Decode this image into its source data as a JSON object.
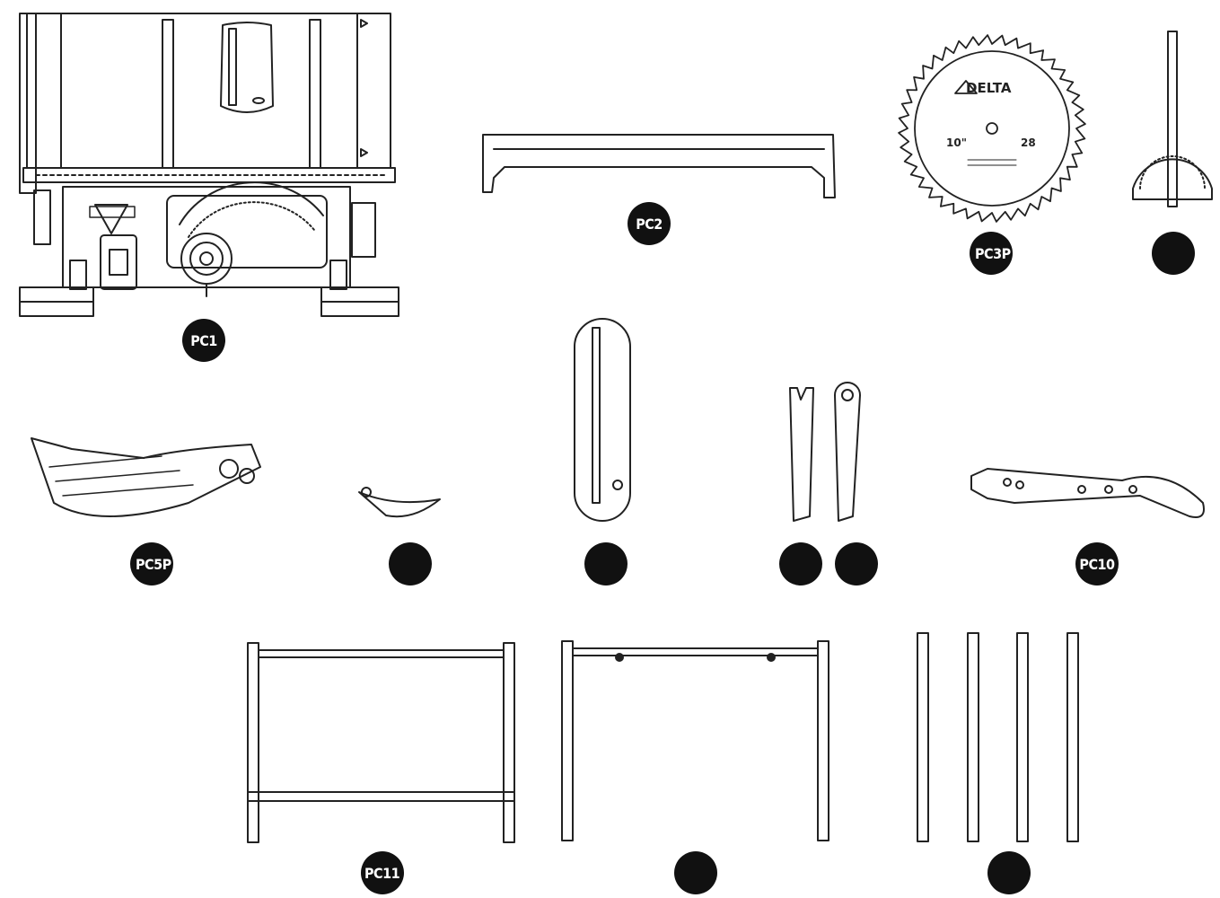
{
  "colors": {
    "line": "#222222",
    "badge_fill": "#111111",
    "badge_text": "#ffffff",
    "background": "#ffffff"
  },
  "parts": [
    {
      "id": "table-saw",
      "badge": "PC1"
    },
    {
      "id": "rear-rail",
      "badge": "PC2"
    },
    {
      "id": "saw-blade",
      "badge": "PC3P",
      "blade_brand": "DELTA",
      "blade_size": "10\"",
      "blade_teeth": "28"
    },
    {
      "id": "miter-gauge",
      "badge": ""
    },
    {
      "id": "blade-guard",
      "badge": "PC5P"
    },
    {
      "id": "anti-kickback",
      "badge": ""
    },
    {
      "id": "throat-plate",
      "badge": ""
    },
    {
      "id": "arbor-wrench-1",
      "badge": ""
    },
    {
      "id": "arbor-wrench-2",
      "badge": ""
    },
    {
      "id": "push-stick",
      "badge": "PC10"
    },
    {
      "id": "stand-frame-a",
      "badge": "PC11"
    },
    {
      "id": "stand-frame-b",
      "badge": ""
    },
    {
      "id": "stand-legs",
      "badge": ""
    }
  ]
}
